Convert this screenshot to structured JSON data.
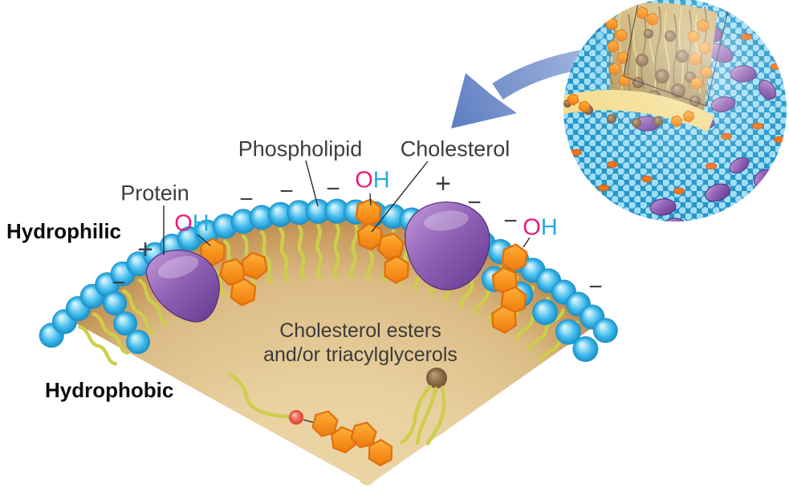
{
  "figure": {
    "labels": {
      "phospholipid": "Phospholipid",
      "cholesterol": "Cholesterol",
      "protein": "Protein",
      "hydrophilic": "Hydrophilic",
      "hydrophobic": "Hydrophobic",
      "core_line1": "Cholesterol esters",
      "core_line2": "and/or triacylglycerols"
    },
    "oh": {
      "o": "O",
      "h": "H"
    },
    "charges": {
      "plus": "+",
      "minus": "−"
    },
    "icons": {
      "sphere": "lipoprotein-particle-cutaway",
      "arrow": "magnify-arrow"
    },
    "colors": {
      "head_blue": "#4cc1ef",
      "head_highlight": "#cdeffb",
      "tail_yellow": "#cdce4b",
      "core_tan": "#ddc08d",
      "core_tan_dark": "#a87840",
      "cholesterol_orange": "#f7941e",
      "cholesterol_orange_dark": "#e0700f",
      "protein_purple": "#9162b6",
      "protein_purple_dark": "#5f3a8a",
      "oh_o_pink": "#ec1979",
      "oh_h_cyan": "#29abe2",
      "arrow_blue": "#7d93c8",
      "sphere_blue": "#2496c9",
      "sphere_dot": "#9fdef6",
      "tag_brown": "#8a6a4a",
      "ester_red": "#e8473f",
      "label_gray": "#3d3d3d"
    }
  }
}
